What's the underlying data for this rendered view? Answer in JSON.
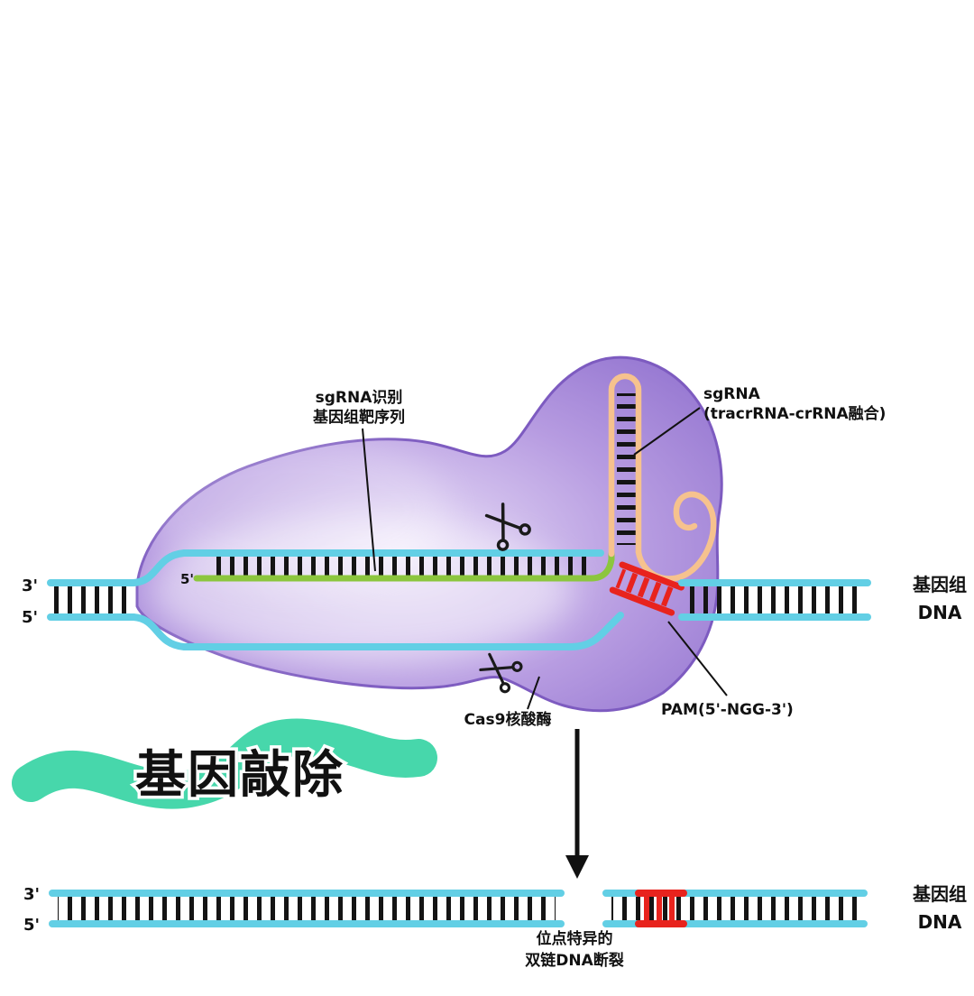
{
  "colors": {
    "dna": "#62cfe5",
    "green": "#8cc63e",
    "orange": "#f6c28e",
    "red": "#e8231d",
    "purple_light": "#eae0f8",
    "purple_mid": "#b79ce1",
    "purple_dark": "#9172cf",
    "purple_edge": "#7d5bc0",
    "teal": "#47d7ab",
    "black": "#141414"
  },
  "labels": {
    "three_prime_top": "3'",
    "five_prime_top": "5'",
    "five_prime_inner": "5'",
    "sgrna_target_line1": "sgRNA识别",
    "sgrna_target_line2": "基因组靶序列",
    "sgrna_line1": "sgRNA",
    "sgrna_line2": "(tracrRNA-crRNA融合)",
    "genome_top_line1": "基因组",
    "genome_top_line2": "DNA",
    "cas9": "Cas9核酸酶",
    "pam": "PAM(5'-NGG-3')",
    "knockout": "基因敲除",
    "three_prime_bottom": "3'",
    "five_prime_bottom": "5'",
    "genome_bottom_line1": "基因组",
    "genome_bottom_line2": "DNA",
    "break_line1": "位点特异的",
    "break_line2": "双链DNA断裂"
  }
}
